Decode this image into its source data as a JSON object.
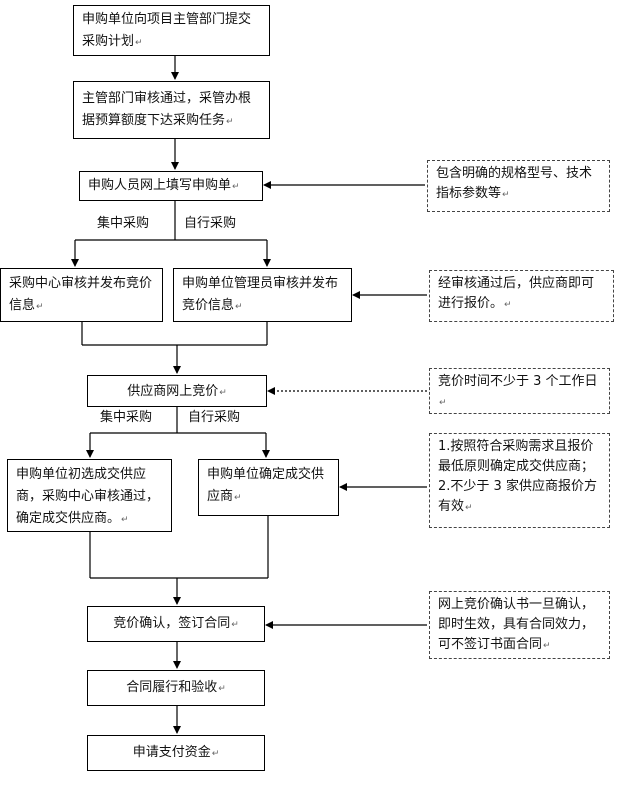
{
  "steps": {
    "s1": "申购单位向项目主管部门提交采购计划",
    "s2": "主管部门审核通过，采管办根据预算额度下达采购任务",
    "s3": "申购人员网上填写申购单",
    "s4a": "采购中心审核并发布竞价信息",
    "s4b": "申购单位管理员审核并发布竞价信息",
    "s5": "供应商网上竞价",
    "s6a": "申购单位初选成交供应商，采购中心审核通过，确定成交供应商。",
    "s6b": "申购单位确定成交供应商",
    "s7": "竞价确认，签订合同",
    "s8": "合同履行和验收",
    "s9": "申请支付资金"
  },
  "notes": {
    "n1": "包含明确的规格型号、技术指标参数等",
    "n2": "经审核通过后，供应商即可进行报价。",
    "n3": "竞价时间不少于 3 个工作日",
    "n4": "1.按照符合采购需求且报价最低原则确定成交供应商；2.不少于 3 家供应商报价方有效",
    "n5": "网上竞价确认书一旦确认，即时生效，具有合同效力，可不签订书面合同"
  },
  "labels": {
    "central1": "集中采购",
    "self1": "自行采购",
    "central2": "集中采购",
    "self2": "自行采购"
  },
  "paragraph_mark": "↵"
}
